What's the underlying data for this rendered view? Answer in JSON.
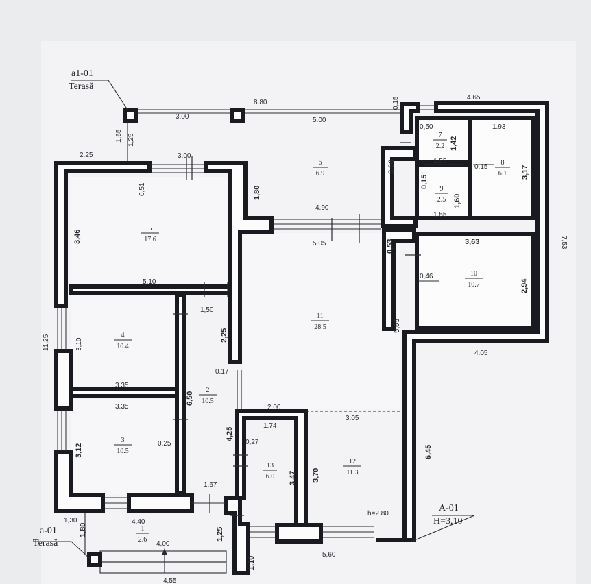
{
  "terrace_top": {
    "code": "a1-01",
    "name": "Terasă"
  },
  "terrace_bottom": {
    "code": "a-01",
    "name": "Terasă"
  },
  "section": {
    "code": "A-01",
    "height": "H=3,10"
  },
  "ceiling_height": "h=2.80",
  "rooms": [
    {
      "no": "1",
      "area": "2.6"
    },
    {
      "no": "2",
      "area": "10.5"
    },
    {
      "no": "3",
      "area": "10.5"
    },
    {
      "no": "4",
      "area": "10.4"
    },
    {
      "no": "5",
      "area": "17.6"
    },
    {
      "no": "6",
      "area": "6.9"
    },
    {
      "no": "7",
      "area": "2.2"
    },
    {
      "no": "8",
      "area": "6.1"
    },
    {
      "no": "9",
      "area": "2.5"
    },
    {
      "no": "10",
      "area": "10.7"
    },
    {
      "no": "11",
      "area": "28.5"
    },
    {
      "no": "12",
      "area": "11.3"
    },
    {
      "no": "13",
      "area": "6.0"
    }
  ],
  "dims": {
    "d880": "8.80",
    "d300": "3.00",
    "d500": "5.00",
    "d015a": "0,15",
    "d465": "4.65",
    "d165": "1,65",
    "d125a": "1,25",
    "d225a": "2.25",
    "d300b": "3.00",
    "d051": "0,51",
    "d180a": "1,80",
    "d346": "3,46",
    "d360": "3,60",
    "d050": "0,50",
    "d142": "1,42",
    "d193": "1.93",
    "d155a": "1.55",
    "d015b": "0,15",
    "d015c": "0.15",
    "d317": "3,17",
    "d160": "1,60",
    "d155b": "1.55",
    "d490": "4.90",
    "d505": "5.05",
    "d053": "0,53",
    "d363": "3,63",
    "d753": "7,53",
    "d510": "5.10",
    "d046": "0,46",
    "d294": "2,94",
    "d150": "1,50",
    "d1125": "11,25",
    "d310": "3,10",
    "d225b": "2,25",
    "d565": "5,65",
    "d405": "4.05",
    "d017": "0.17",
    "d335a": "3.35",
    "d650": "6,50",
    "d335b": "3.35",
    "d200": "2.00",
    "d305": "3.05",
    "d174": "1.74",
    "d425": "4,25",
    "d027": "0,27",
    "d025": "0,25",
    "d312": "3,12",
    "d347": "3,47",
    "d370": "3,70",
    "d645": "6,45",
    "d167": "1,67",
    "d130": "1,30",
    "d440": "4,40",
    "d180b": "1,80",
    "d400": "4,00",
    "d125b": "1,25",
    "d110": "1,10",
    "d560": "5,60",
    "d455": "4,55"
  }
}
